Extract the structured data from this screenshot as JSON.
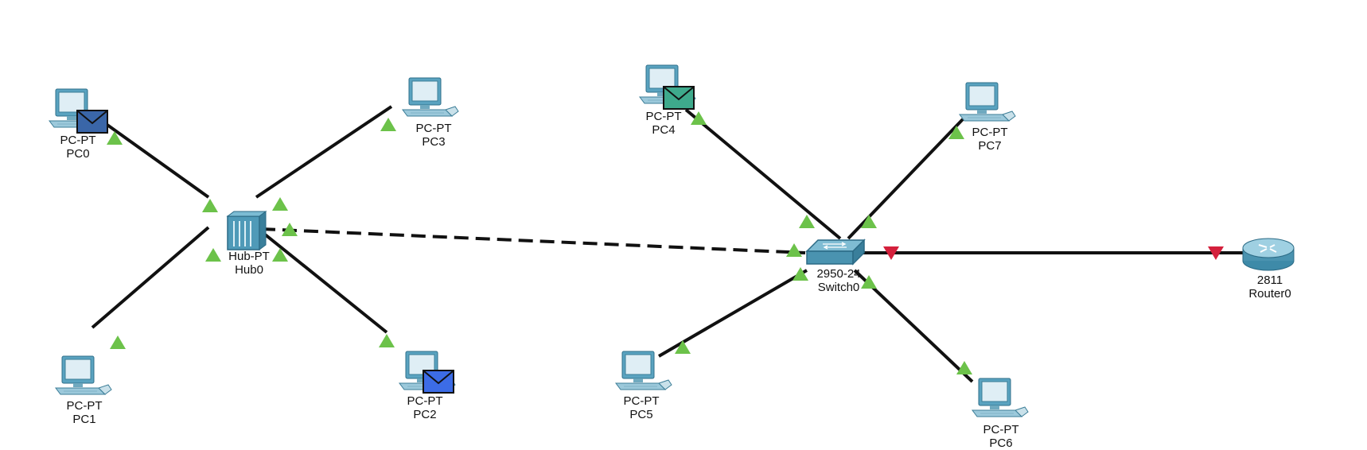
{
  "devices": [
    {
      "id": "pc0",
      "kind": "pc",
      "model": "PC-PT",
      "name": "PC0",
      "envelope": "dark-blue"
    },
    {
      "id": "pc1",
      "kind": "pc",
      "model": "PC-PT",
      "name": "PC1"
    },
    {
      "id": "pc2",
      "kind": "pc",
      "model": "PC-PT",
      "name": "PC2",
      "envelope": "blue"
    },
    {
      "id": "pc3",
      "kind": "pc",
      "model": "PC-PT",
      "name": "PC3"
    },
    {
      "id": "hub0",
      "kind": "hub",
      "model": "Hub-PT",
      "name": "Hub0"
    },
    {
      "id": "pc4",
      "kind": "pc",
      "model": "PC-PT",
      "name": "PC4",
      "envelope": "green"
    },
    {
      "id": "pc5",
      "kind": "pc",
      "model": "PC-PT",
      "name": "PC5"
    },
    {
      "id": "pc6",
      "kind": "pc",
      "model": "PC-PT",
      "name": "PC6"
    },
    {
      "id": "pc7",
      "kind": "pc",
      "model": "PC-PT",
      "name": "PC7"
    },
    {
      "id": "switch0",
      "kind": "switch",
      "model": "2950-24",
      "name": "Switch0"
    },
    {
      "id": "router0",
      "kind": "router",
      "model": "2811",
      "name": "Router0"
    }
  ],
  "links": [
    {
      "from": "pc0",
      "to": "hub0",
      "cable": "straight",
      "status": "up"
    },
    {
      "from": "pc1",
      "to": "hub0",
      "cable": "straight",
      "status": "up"
    },
    {
      "from": "pc2",
      "to": "hub0",
      "cable": "straight",
      "status": "up"
    },
    {
      "from": "pc3",
      "to": "hub0",
      "cable": "straight",
      "status": "up"
    },
    {
      "from": "hub0",
      "to": "switch0",
      "cable": "crossover",
      "status": "up"
    },
    {
      "from": "pc4",
      "to": "switch0",
      "cable": "straight",
      "status": "up"
    },
    {
      "from": "pc5",
      "to": "switch0",
      "cable": "straight",
      "status": "up"
    },
    {
      "from": "pc6",
      "to": "switch0",
      "cable": "straight",
      "status": "up"
    },
    {
      "from": "pc7",
      "to": "switch0",
      "cable": "straight",
      "status": "up"
    },
    {
      "from": "switch0",
      "to": "router0",
      "cable": "straight",
      "status": "down"
    }
  ],
  "colors": {
    "link_up": "#6cc24a",
    "link_down": "#d4203c",
    "cable": "#111111",
    "envelope_dark_blue": "#3a66a8",
    "envelope_blue": "#3c6ce6",
    "envelope_green": "#3eaa8c",
    "device_teal": "#4a93b0"
  }
}
